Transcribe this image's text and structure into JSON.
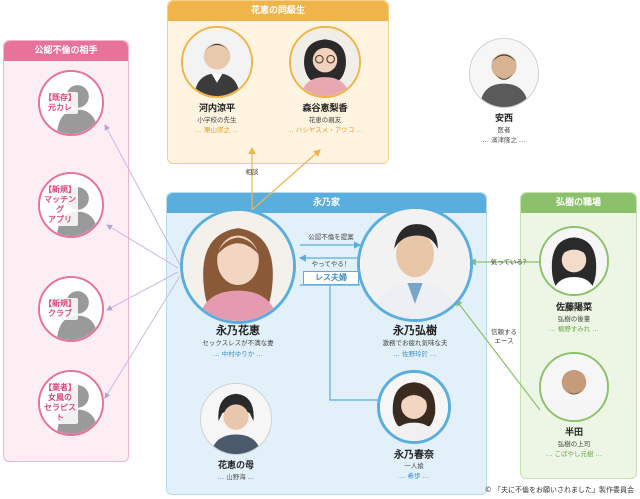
{
  "panels": {
    "affairs": "公認不倫の相手",
    "classmates": "花恵の同級生",
    "family": "永乃家",
    "work": "弘樹の職場"
  },
  "affairs": [
    {
      "label": "【既存】\n元カレ"
    },
    {
      "label": "【新規】\nマッチング\nアプリ"
    },
    {
      "label": "【新規】\nクラブ"
    },
    {
      "label": "【業者】\n女風の\nセラピスト"
    }
  ],
  "people": {
    "kawauchi": {
      "name": "河内涼平",
      "role": "小学校の先生",
      "actor": "… 栗山崇之 …"
    },
    "moriya": {
      "name": "森谷恵梨香",
      "role": "花恵の親友",
      "actor": "… ハシヤスメ・アツコ …"
    },
    "anzai": {
      "name": "安西",
      "role": "医者",
      "actor": "… 濱津隆之 …"
    },
    "hanae": {
      "name": "永乃花恵",
      "role": "セックスレスが不満な妻",
      "actor": "… 中村ゆりか …"
    },
    "hiroki": {
      "name": "永乃弘樹",
      "role": "激務でお疲れ気味な夫",
      "actor": "… 佐野玲於 …"
    },
    "haruna": {
      "name": "永乃春奈",
      "role": "一人娘",
      "actor": "… 希歩 …"
    },
    "sato": {
      "name": "佐藤陽菜",
      "role": "弘樹の後輩",
      "actor": "… 槙野すみれ …"
    },
    "handa": {
      "name": "半田",
      "role": "弘樹の上司",
      "actor": "… こばやし元樹 …"
    },
    "mother": {
      "name": "花恵の母",
      "role": "",
      "actor": "… 山野海 …"
    }
  },
  "relations": {
    "consult": "相談",
    "proposal": "公認不倫を提案",
    "yatteyaru": "やってやる！",
    "sexless": "レス夫婦",
    "kiniteiru": "気っている？",
    "trusted": "信頼する\nエース"
  },
  "copyright": "© 「夫に不倫をお願いされました」製作委員会",
  "colors": {
    "pink": "#e8739a",
    "orange": "#f0b44a",
    "blue": "#5aaede",
    "green": "#8bc16b"
  }
}
